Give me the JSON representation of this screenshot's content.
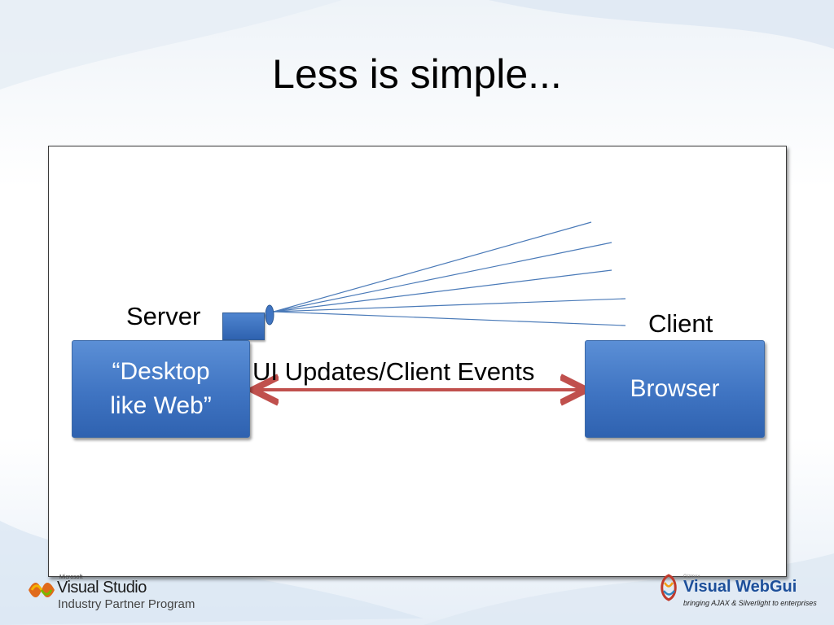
{
  "slide": {
    "title": "Less is simple..."
  },
  "diagram": {
    "server_label": "Server",
    "client_label": "Client",
    "server_box_text_line1": "“Desktop",
    "server_box_text_line2": "like Web”",
    "browser_box_text": "Browser",
    "arrow_label": "UI Updates/Client Events",
    "colors": {
      "box_fill": "#4a7fcb",
      "arrow": "#c0504d",
      "rays": "#4a7ab8"
    }
  },
  "footer": {
    "left_logo": {
      "small": "Microsoft",
      "name": "Visual Studio",
      "subtitle": "Industry Partner Program"
    },
    "right_logo": {
      "small": "Gizmox",
      "name": "Visual WebGui",
      "tagline": "bringing AJAX & Silverlight to enterprises"
    }
  }
}
